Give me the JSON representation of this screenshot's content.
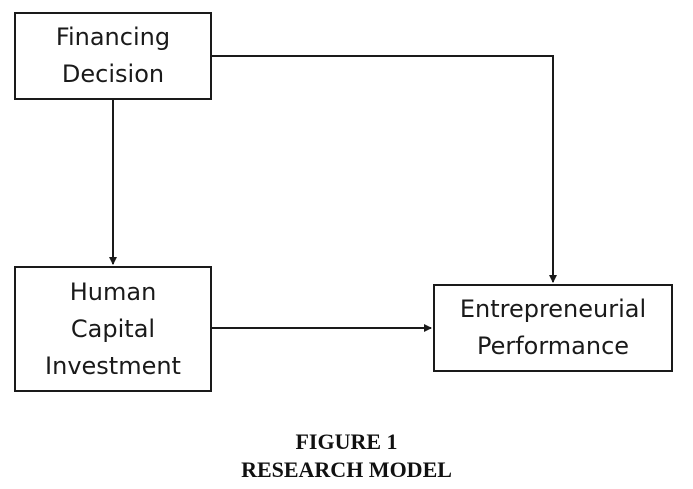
{
  "nodes": {
    "financing_decision": {
      "lines": [
        "Financing",
        "Decision"
      ]
    },
    "human_capital_investment": {
      "lines": [
        "Human",
        "Capital",
        "Investment"
      ]
    },
    "entrepreneurial_performance": {
      "lines": [
        "Entrepreneurial",
        "Performance"
      ]
    }
  },
  "edges": [
    {
      "from": "financing_decision",
      "to": "human_capital_investment"
    },
    {
      "from": "financing_decision",
      "to": "entrepreneurial_performance"
    },
    {
      "from": "human_capital_investment",
      "to": "entrepreneurial_performance"
    }
  ],
  "caption": {
    "line1": "FIGURE 1",
    "line2": "RESEARCH MODEL"
  },
  "colors": {
    "stroke": "#1a1a1a",
    "text": "#1a1a1a",
    "background": "#ffffff"
  }
}
